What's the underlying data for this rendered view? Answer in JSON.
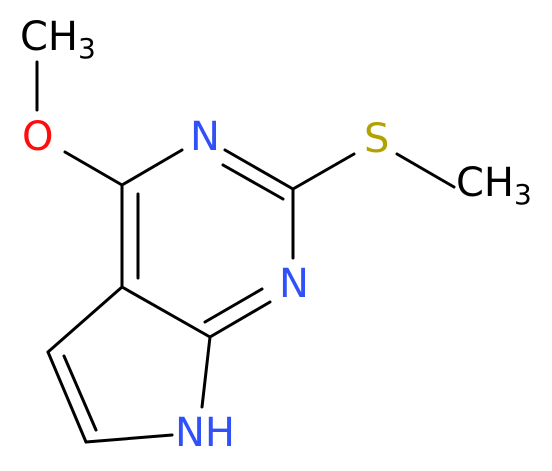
{
  "molecule": {
    "labels": {
      "methoxy_ch3": "CH",
      "methoxy_ch3_sub": "3",
      "oxygen": "O",
      "n3": "N",
      "n1": "N",
      "sulfur": "S",
      "thio_ch3": "CH",
      "thio_ch3_sub": "3",
      "nh": "NH"
    },
    "colors": {
      "bond": "#000000",
      "carbon_group": "#000000",
      "oxygen": "#ff0d0d",
      "nitrogen": "#3050f8",
      "sulfur": "#b2a200"
    }
  }
}
